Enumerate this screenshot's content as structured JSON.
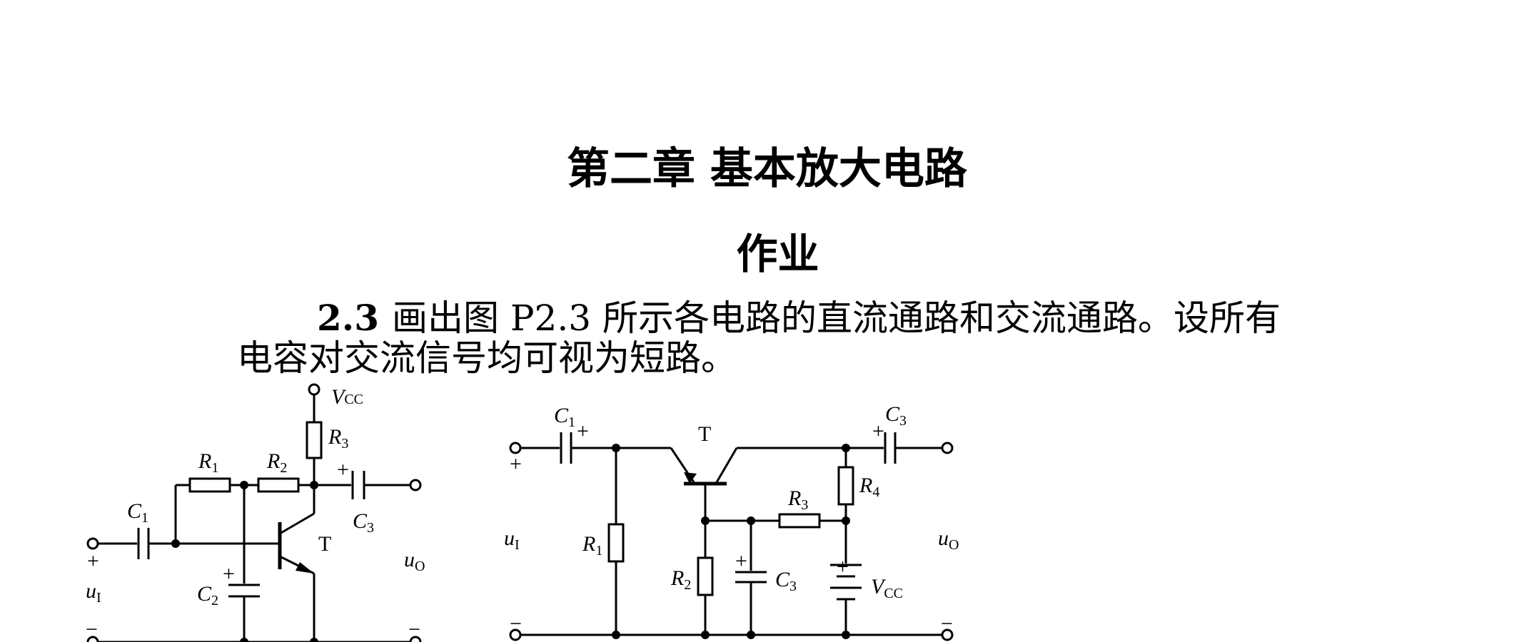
{
  "document": {
    "chapter_title": "第二章 基本放大电路",
    "section_title": "作业",
    "problem": {
      "number": "2.3",
      "text_line1": "画出图 P2.3 所示各电路的直流通路和交流通路。设所有",
      "text_line2": "电容对交流信号均可视为短路。"
    }
  },
  "circuit_a": {
    "vcc": {
      "main": "V",
      "sub": "CC"
    },
    "r1": {
      "main": "R",
      "sub": "1"
    },
    "r2": {
      "main": "R",
      "sub": "2"
    },
    "r3": {
      "main": "R",
      "sub": "3"
    },
    "c1": {
      "main": "C",
      "sub": "1"
    },
    "c2": {
      "main": "C",
      "sub": "2"
    },
    "c3": {
      "main": "C",
      "sub": "3"
    },
    "transistor": "T",
    "ui": {
      "main": "u",
      "sub": "I"
    },
    "uo": {
      "main": "u",
      "sub": "O"
    },
    "plus": "+",
    "minus": "−"
  },
  "circuit_b": {
    "c1": {
      "main": "C",
      "sub": "1"
    },
    "c3_out": {
      "main": "C",
      "sub": "3"
    },
    "c3": {
      "main": "C",
      "sub": "3"
    },
    "r1": {
      "main": "R",
      "sub": "1"
    },
    "r2": {
      "main": "R",
      "sub": "2"
    },
    "r3": {
      "main": "R",
      "sub": "3"
    },
    "r4": {
      "main": "R",
      "sub": "4"
    },
    "vcc": {
      "main": "V",
      "sub": "CC"
    },
    "transistor": "T",
    "ui": {
      "main": "u",
      "sub": "I"
    },
    "uo": {
      "main": "u",
      "sub": "O"
    },
    "plus": "+",
    "minus": "−"
  }
}
